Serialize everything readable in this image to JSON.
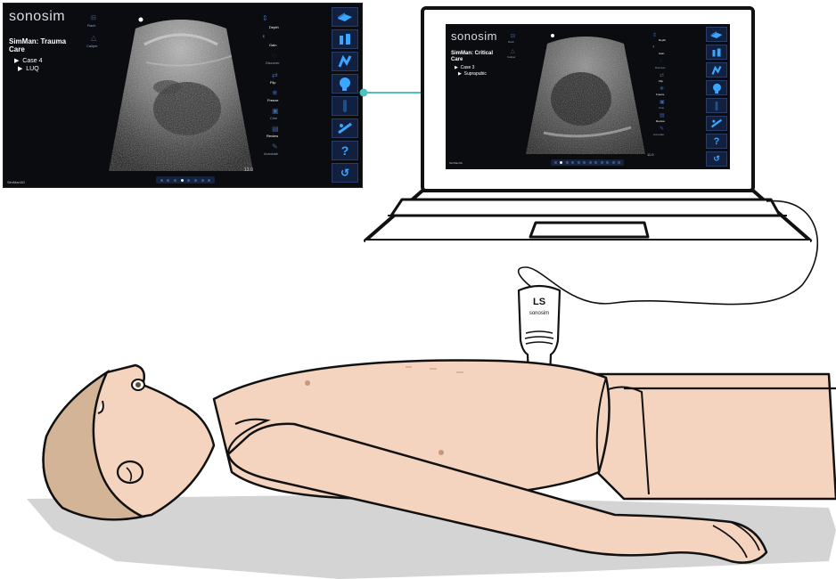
{
  "main_screen": {
    "logo": "sonosim",
    "title_line1": "SimMan: Trauma",
    "title_line2": "Care",
    "case": "Case 4",
    "region": "LUQ",
    "left_tools": [
      "Rach",
      "Caliper"
    ],
    "right_tools": [
      "Depth",
      "Gain",
      "Discover",
      "Flip",
      "Freeze",
      "Cine",
      "Review",
      "Annotate"
    ],
    "depth_value": "13.0",
    "footer": "SimMan3G",
    "page_dots": 8,
    "active_dot": 3,
    "help_label": "?"
  },
  "laptop_screen": {
    "logo": "sonosim",
    "title_line1": "SimMan: Critical",
    "title_line2": "Care",
    "case": "Case 3",
    "region": "Suprapubic",
    "left_tools": [
      "Rach",
      "Caliper"
    ],
    "right_tools": [
      "Depth",
      "Gain",
      "Discover",
      "Flip",
      "Freeze",
      "Cine",
      "Review",
      "Annotate"
    ],
    "depth_value": "11.0",
    "footer": "SimMan3G",
    "page_dots": 12,
    "active_dot": 1,
    "help_label": "?"
  },
  "probe": {
    "brand_mark": "LS",
    "brand": "sonosim"
  },
  "colors": {
    "connector": "#4fc2bd",
    "skin": "#f4d3bf",
    "skin_shadow": "#e3b39a",
    "hair": "#d4b496",
    "floor_shadow": "#d4d4d4",
    "button_blue": "#3aa6ff"
  }
}
